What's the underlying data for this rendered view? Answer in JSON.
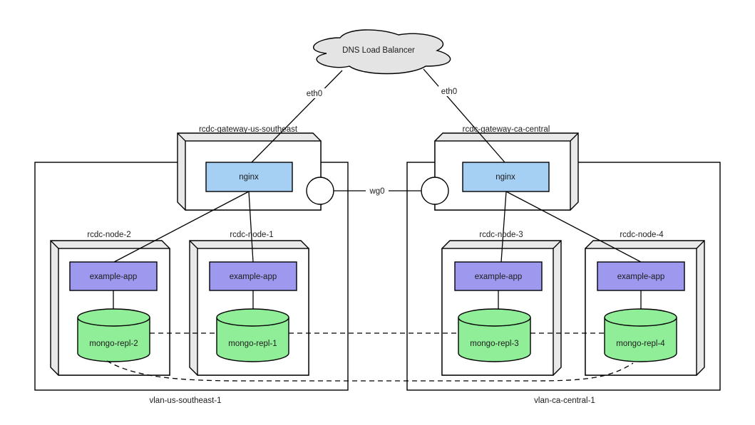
{
  "cloud": {
    "label": "DNS Load Balancer"
  },
  "interfaces": {
    "eth0_left": "eth0",
    "eth0_right": "eth0",
    "wg0": "wg0"
  },
  "gateways": [
    {
      "name": "rcdc-gateway-us-southeast",
      "service": "nginx"
    },
    {
      "name": "rcdc-gateway-ca-central",
      "service": "nginx"
    }
  ],
  "nodes": [
    {
      "name": "rcdc-node-2",
      "app": "example-app",
      "db": "mongo-repl-2"
    },
    {
      "name": "rcdc-node-1",
      "app": "example-app",
      "db": "mongo-repl-1"
    },
    {
      "name": "rcdc-node-3",
      "app": "example-app",
      "db": "mongo-repl-3"
    },
    {
      "name": "rcdc-node-4",
      "app": "example-app",
      "db": "mongo-repl-4"
    }
  ],
  "vlans": [
    {
      "name": "vlan-us-southeast-1"
    },
    {
      "name": "vlan-ca-central-1"
    }
  ],
  "colors": {
    "nginx_fill": "#a5cff3",
    "app_fill": "#9c99ee",
    "db_fill": "#90ee98",
    "cloud_fill": "#e4e4e4",
    "bevel_fill": "#e9e9e9"
  }
}
